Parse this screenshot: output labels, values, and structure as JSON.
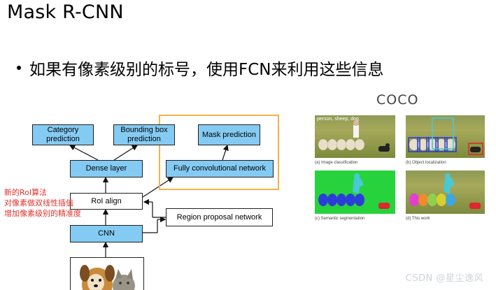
{
  "title": "Mask R-CNN",
  "bullet": "如果有像素级别的标号，使用FCN来利用这些信息",
  "diagram": {
    "category_prediction": "Category prediction",
    "bounding_box_prediction": "Bounding box prediction",
    "mask_prediction": "Mask prediction",
    "dense_layer": "Dense layer",
    "fcn": "Fully convolutional network",
    "roi_align": "RoI align",
    "region_proposal_network": "Region proposal network",
    "cnn": "CNN"
  },
  "annotation": [
    "新的RoI算法",
    "对像素做双线性插值",
    "增加像素级别的精准度"
  ],
  "coco": {
    "label": "COCO",
    "photo_tag": "person, sheep, dog",
    "captions": [
      "(a) Image classification",
      "(b) Object localization",
      "(c) Semantic segmentation",
      "(d) This work"
    ]
  },
  "watermark": "CSDN @星尘逸风",
  "colors": {
    "diagram_box_blue": "#84cbf4",
    "highlight_orange": "#f3b24b",
    "annotation_red": "#e0322b",
    "grass_green": "#8a9a4a",
    "segmentation_green": "#27d33c",
    "sheep_blue": "#2b3fd8",
    "person_cyan": "#49c8d8",
    "dog_red": "#e0262f"
  }
}
